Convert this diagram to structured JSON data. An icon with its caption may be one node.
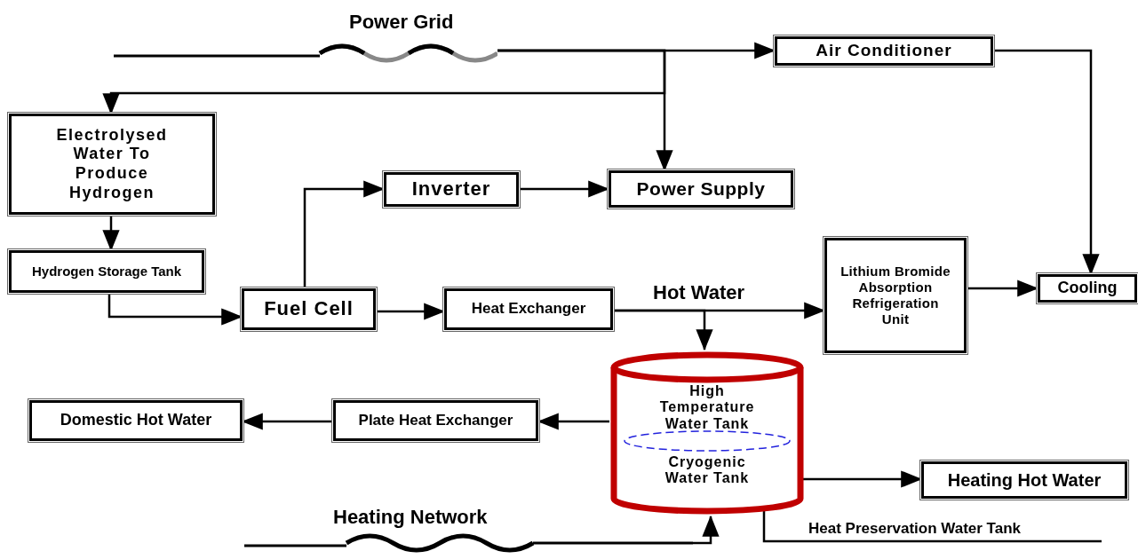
{
  "diagram": {
    "nodes": [
      {
        "text": [
          "Power Grid"
        ]
      },
      {
        "text": [
          "Air Conditioner"
        ]
      },
      {
        "text": [
          "Electrolysed Water To Produce Hydrogen"
        ]
      },
      {
        "text": [
          "Inverter"
        ]
      },
      {
        "text": [
          "Power Supply"
        ]
      },
      {
        "text": [
          "Hydrogen Storage Tank"
        ]
      },
      {
        "text": [
          "Fuel Cell"
        ]
      },
      {
        "text": [
          "Heat Exchanger"
        ]
      },
      {
        "text": [
          "Lithium Bromide Absorption Refrigeration Unit"
        ]
      },
      {
        "text": [
          "Cooling"
        ]
      },
      {
        "text": [
          "High Temperature Water Tank",
          "Cryogenic Water Tank"
        ]
      },
      {
        "text": [
          "Plate Heat Exchanger"
        ]
      },
      {
        "text": [
          "Domestic Hot Water"
        ]
      },
      {
        "text": [
          "Heating Hot Water"
        ]
      },
      {
        "text": [
          "Heating Network"
        ]
      }
    ],
    "edges": [
      {
        "from": 0,
        "to": 1,
        "arrow": "to"
      },
      {
        "from": 0,
        "to": 2,
        "arrow": "to"
      },
      {
        "from": 0,
        "to": 4,
        "arrow": "to"
      },
      {
        "from": 1,
        "to": 9,
        "arrow": "to"
      },
      {
        "from": 2,
        "to": 5,
        "arrow": "to"
      },
      {
        "from": 5,
        "to": 6,
        "arrow": "to"
      },
      {
        "from": 6,
        "to": 3,
        "arrow": "to"
      },
      {
        "from": 3,
        "to": 4,
        "arrow": "to"
      },
      {
        "from": 6,
        "to": 7,
        "arrow": "to"
      },
      {
        "from": 7,
        "to": 8,
        "arrow": "to",
        "label": "Hot Water"
      },
      {
        "from": 7,
        "to": 10,
        "arrow": "to"
      },
      {
        "from": 8,
        "to": 9,
        "arrow": "to"
      },
      {
        "from": 10,
        "to": 11,
        "arrow": "to"
      },
      {
        "from": 11,
        "to": 12,
        "arrow": "to"
      },
      {
        "from": 10,
        "to": 13,
        "arrow": "to"
      },
      {
        "from": 14,
        "to": 10,
        "arrow": "to"
      },
      {
        "from": 10,
        "to": null,
        "arrow": "none",
        "label": "Heat Preservation Water Tank"
      }
    ]
  }
}
